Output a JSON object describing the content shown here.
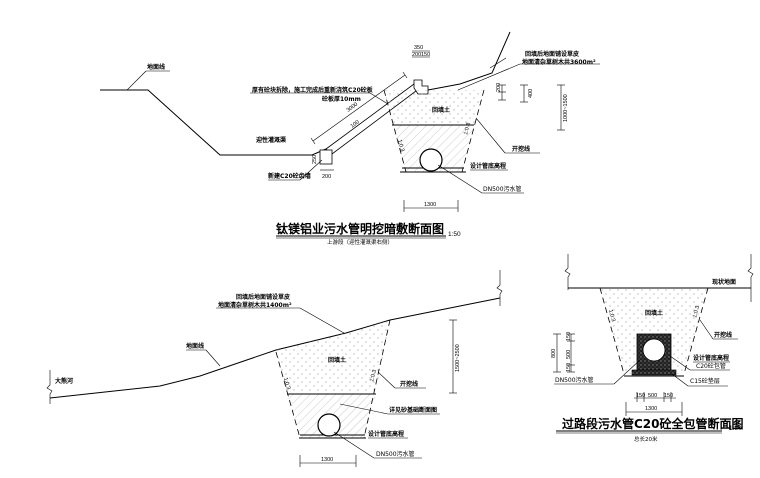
{
  "section1": {
    "title": "钛镁铝业污水管明挖暗敷断面图",
    "scale": "1:50",
    "subtitle": "上游段（迎性灌溉渠右侧）",
    "labels": {
      "ground_line": "地面线",
      "channel": "迎性灌溉渠",
      "remove_slab": "厚有砼块拆除，施工完成后重新浇筑C20砼板",
      "slab_thickness": "砼板厚10mm",
      "new_wall": "新建C20砼齿墙",
      "backfill": "回填土",
      "trench_line": "开挖线",
      "pipe_bottom": "设计管底高程",
      "pipe": "DN500污水管",
      "turf_1": "回填后地面铺设草皮",
      "turf_2": "地面清杂草树木共3600m²"
    },
    "dims": {
      "slope_len": "3000",
      "d350": "350",
      "d200": "200",
      "d150": "150",
      "d250": "250",
      "d200b": "200",
      "d400": "400",
      "d200v": "200",
      "depth": "1000~1500",
      "width": "1300",
      "slope": "1:0.3",
      "slab_t": "100"
    }
  },
  "section2": {
    "labels": {
      "river": "大熊河",
      "ground_line": "地面线",
      "turf_1": "回填后地面铺设草皮",
      "turf_2": "地面清杂草树木共1400m²",
      "backfill": "回填土",
      "trench_line": "开挖线",
      "sand_base": "详见砂基础断面图",
      "pipe_bottom": "设计管底高程",
      "pipe": "DN500污水管"
    },
    "dims": {
      "depth": "1500~2500",
      "width": "1300",
      "slope": "1:0.3"
    }
  },
  "section3": {
    "title": "过路段污水管C20砼全包管断面图",
    "scale": "1:50",
    "subtitle": "总长20米",
    "labels": {
      "existing_ground": "现状地面",
      "backfill": "回填土",
      "trench_line": "开挖线",
      "pipe_bottom": "设计管底高程",
      "c20": "C20砼包管",
      "c15": "C15砼垫层",
      "pipe": "DN500污水管"
    },
    "dims": {
      "total_h": "800",
      "h150a": "150",
      "h500": "500",
      "h150b": "150",
      "w150a": "150",
      "w500": "500",
      "w150b": "150",
      "width": "1300",
      "slope": "1:0.3"
    }
  }
}
